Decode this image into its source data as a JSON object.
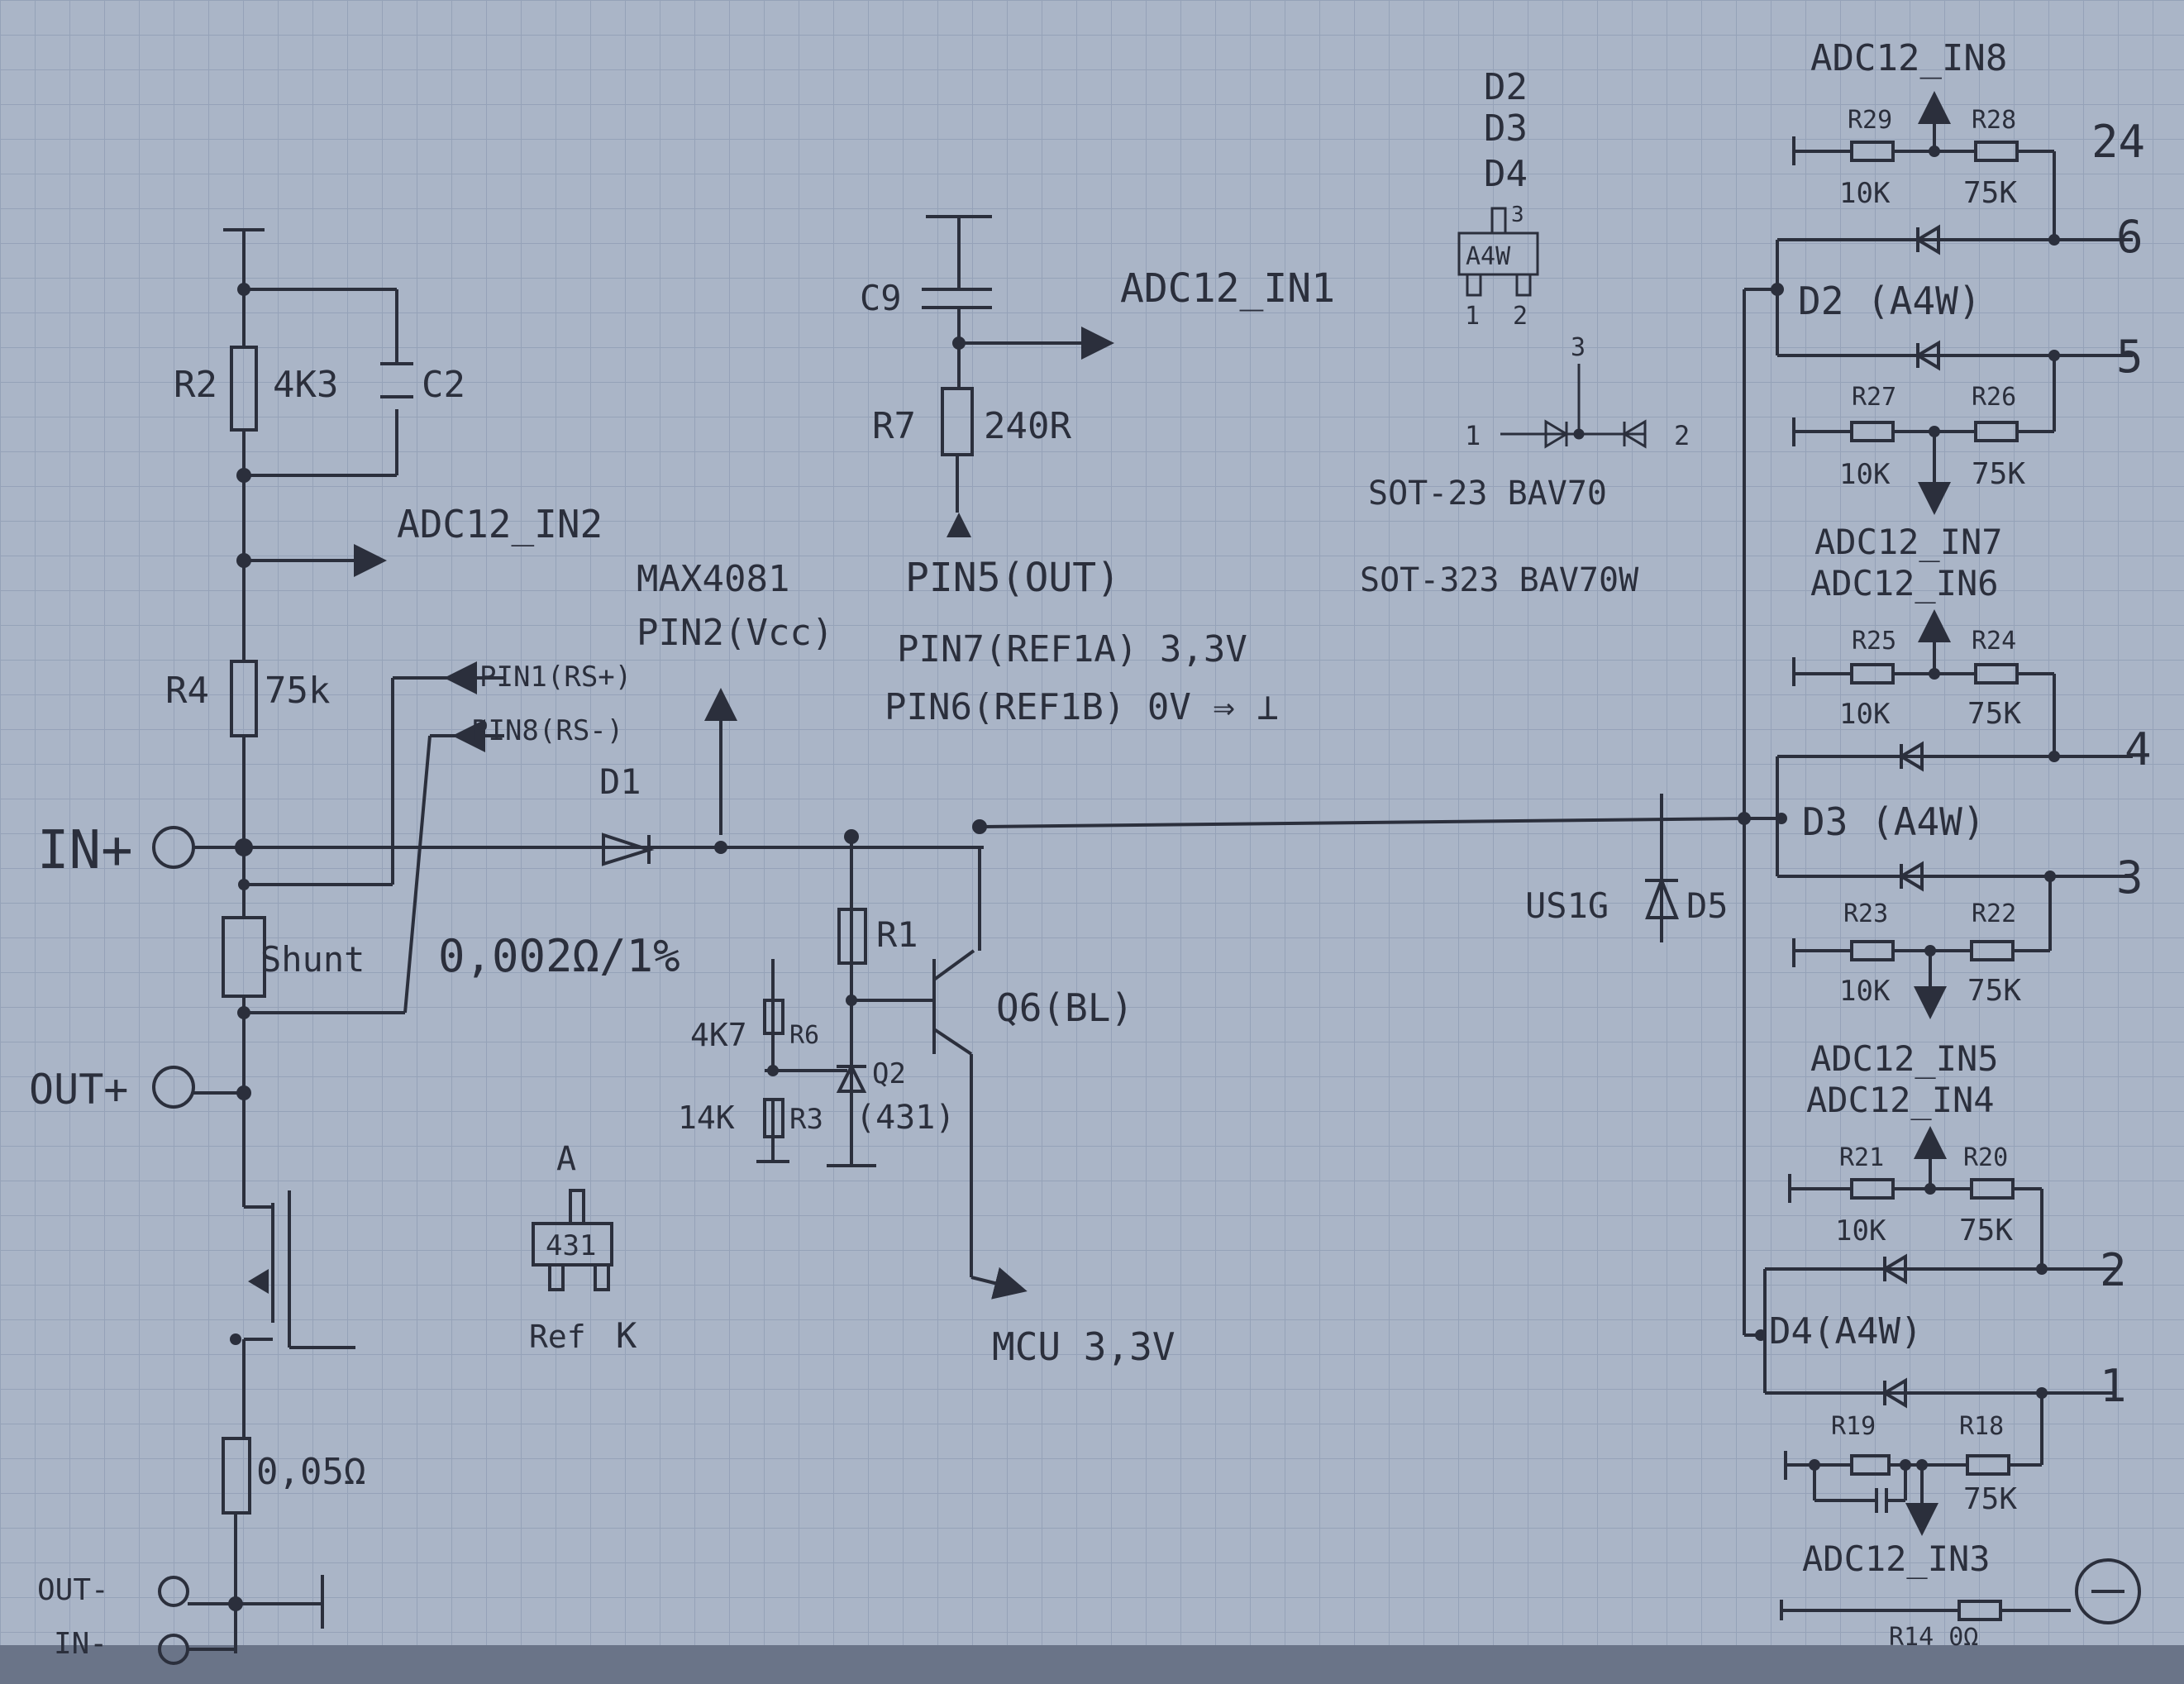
{
  "colors": {
    "paper": "#aab5c7",
    "grid": "#93a0b7",
    "ink": "#2b2f3c",
    "shadow": "#6a7488"
  },
  "left": {
    "r2": "R2",
    "r2_val": "4K3",
    "c2": "C2",
    "adc_in2": "ADC12_IN2",
    "r4": "R4",
    "r4_val": "75k",
    "in_plus": "IN+",
    "shunt": "Shunt",
    "shunt_val": "0,002Ω/1%",
    "out_plus": "OUT+",
    "r_005": "0,05Ω",
    "out_minus": "OUT-",
    "in_minus": "IN-"
  },
  "ic": {
    "max": "MAX4081",
    "pin2": "PIN2(Vcc)",
    "pin1": "PIN1(RS+)",
    "pin8": "PIN8(RS-)",
    "d1": "D1",
    "c9": "C9",
    "adc_in1": "ADC12_IN1",
    "r7": "R7",
    "r7_val": "240R",
    "pin5": "PIN5(OUT)",
    "pin7": "PIN7(REF1A) 3,3V",
    "pin6": "PIN6(REF1B) 0V ⇒ ⊥",
    "r1": "R1",
    "q6": "Q6(BL)",
    "r6_val": "4K7",
    "r6": "R6",
    "q2": "Q2",
    "q2_part": "(431)",
    "r3_val": "14K",
    "r3": "R3",
    "mcu": "MCU 3,3V",
    "pkg_a": "A",
    "pkg_431": "431",
    "pkg_ref": "Ref",
    "pkg_k": "K"
  },
  "diode_info": {
    "d2": "D2",
    "d3": "D3",
    "d4": "D4",
    "a4w": "A4W",
    "pin3": "3",
    "pin1": "1",
    "pin2": "2",
    "sot23": "SOT-23  BAV70",
    "sot323": "SOT-323  BAV70W",
    "us1g": "US1G",
    "d5": "D5"
  },
  "right": {
    "adc_in8": "ADC12_IN8",
    "r29": "R29",
    "r28": "R28",
    "r27": "R27",
    "r26": "R26",
    "r25": "R25",
    "r24": "R24",
    "r23": "R23",
    "r22": "R22",
    "r21": "R21",
    "r20": "R20",
    "r19": "R19",
    "r18": "R18",
    "r14": "R14 0Ω",
    "v10k": "10K",
    "v75k": "75K",
    "n24": "24",
    "n6": "6",
    "n5": "5",
    "n4": "4",
    "n3": "3",
    "n2": "2",
    "n1": "1",
    "d2_a4w": "D2 (A4W)",
    "d3_a4w": "D3 (A4W)",
    "d4_a4w": "D4(A4W)",
    "adc_in7": "ADC12_IN7",
    "adc_in6": "ADC12_IN6",
    "adc_in5": "ADC12_IN5",
    "adc_in4": "ADC12_IN4",
    "adc_in3": "ADC12_IN3",
    "minus": "−"
  }
}
